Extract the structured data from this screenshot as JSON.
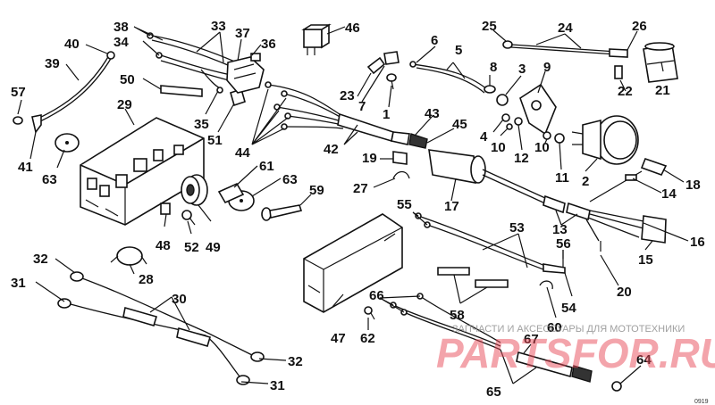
{
  "diagram": {
    "part_numbers": [
      "1",
      "2",
      "3",
      "4",
      "5",
      "6",
      "7",
      "8",
      "9",
      "10",
      "11",
      "12",
      "13",
      "14",
      "15",
      "16",
      "17",
      "18",
      "19",
      "20",
      "21",
      "22",
      "23",
      "24",
      "25",
      "26",
      "27",
      "28",
      "29",
      "30",
      "31",
      "32",
      "33",
      "34",
      "35",
      "36",
      "37",
      "38",
      "39",
      "40",
      "41",
      "42",
      "43",
      "44",
      "45",
      "46",
      "47",
      "48",
      "49",
      "50",
      "51",
      "52",
      "53",
      "54",
      "55",
      "56",
      "57",
      "58",
      "59",
      "60",
      "61",
      "62",
      "63",
      "64",
      "65",
      "66",
      "67"
    ],
    "labels": [
      {
        "text": "1"
      },
      {
        "text": "2"
      },
      {
        "text": "3"
      },
      {
        "text": "4"
      },
      {
        "text": "5"
      },
      {
        "text": "6"
      },
      {
        "text": "7"
      },
      {
        "text": "8"
      },
      {
        "text": "9"
      },
      {
        "text": "10"
      },
      {
        "text": "10"
      },
      {
        "text": "11"
      },
      {
        "text": "12"
      },
      {
        "text": "13"
      },
      {
        "text": "14"
      },
      {
        "text": "15"
      },
      {
        "text": "16"
      },
      {
        "text": "17"
      },
      {
        "text": "18"
      },
      {
        "text": "19"
      },
      {
        "text": "20"
      },
      {
        "text": "21"
      },
      {
        "text": "22"
      },
      {
        "text": "23"
      },
      {
        "text": "24"
      },
      {
        "text": "25"
      },
      {
        "text": "26"
      },
      {
        "text": "27"
      },
      {
        "text": "28"
      },
      {
        "text": "29"
      },
      {
        "text": "30"
      },
      {
        "text": "31"
      },
      {
        "text": "31"
      },
      {
        "text": "32"
      },
      {
        "text": "32"
      },
      {
        "text": "33"
      },
      {
        "text": "34"
      },
      {
        "text": "35"
      },
      {
        "text": "36"
      },
      {
        "text": "37"
      },
      {
        "text": "38"
      },
      {
        "text": "39"
      },
      {
        "text": "40"
      },
      {
        "text": "41"
      },
      {
        "text": "42"
      },
      {
        "text": "43"
      },
      {
        "text": "44"
      },
      {
        "text": "45"
      },
      {
        "text": "46"
      },
      {
        "text": "47"
      },
      {
        "text": "48"
      },
      {
        "text": "49"
      },
      {
        "text": "50"
      },
      {
        "text": "51"
      },
      {
        "text": "52"
      },
      {
        "text": "53"
      },
      {
        "text": "54"
      },
      {
        "text": "55"
      },
      {
        "text": "56"
      },
      {
        "text": "57"
      },
      {
        "text": "58"
      },
      {
        "text": "59"
      },
      {
        "text": "60"
      },
      {
        "text": "61"
      },
      {
        "text": "62"
      },
      {
        "text": "63"
      },
      {
        "text": "63"
      },
      {
        "text": "64"
      },
      {
        "text": "65"
      },
      {
        "text": "66"
      },
      {
        "text": "67"
      }
    ]
  },
  "watermark": {
    "brand": "PARTSFOR.RU",
    "tagline": "ЗАПЧАСТИ И АКСЕССУАРЫ ДЛЯ МОТОТЕХНИКИ",
    "color": "#e94b5a"
  },
  "corner_code": "0919"
}
